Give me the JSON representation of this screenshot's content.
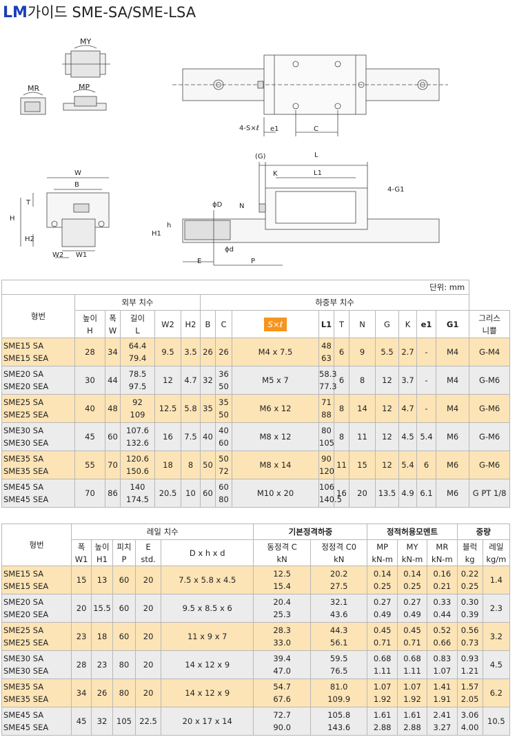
{
  "title": {
    "lm": "LM",
    "rest": "가이드 SME-SA/SME-LSA"
  },
  "drawings": {
    "labels": {
      "my": "MY",
      "mr": "MR",
      "mp": "MP",
      "w": "W",
      "b": "B",
      "t": "T",
      "h": "H",
      "h2": "H2",
      "w2": "W2",
      "w1": "W1",
      "g": "(G)",
      "l": "L",
      "k": "K",
      "l1": "L1",
      "g1": "4-G1",
      "phiD": "ϕD",
      "n": "N",
      "h_small": "h",
      "h1": "H1",
      "phid": "ϕd",
      "e": "E",
      "p": "P",
      "sl": "4-S×ℓ",
      "e1": "e1",
      "c": "C"
    }
  },
  "table1": {
    "unit": "단위: mm",
    "headers": {
      "model": "형번",
      "outer": "외부 치수",
      "load": "하중부 치수",
      "h": [
        "높이",
        "H"
      ],
      "w": [
        "폭",
        "W"
      ],
      "l": [
        "길이",
        "L"
      ],
      "w2": "W2",
      "h2": "H2",
      "b": "B",
      "c": "C",
      "sl": "S×ℓ",
      "l1": "L1",
      "t": "T",
      "n": "N",
      "g": "G",
      "k": "K",
      "e1": "e1",
      "g1": "G1",
      "grease": [
        "그리스",
        "니쁠"
      ]
    },
    "rows": [
      {
        "m": [
          "SME15 SA",
          "SME15 SEA"
        ],
        "h": "28",
        "w": "34",
        "l": [
          "64.4",
          "79.4"
        ],
        "w2": "9.5",
        "h2": "3.5",
        "b": "26",
        "c": [
          "26"
        ],
        "sl": "M4 x 7.5",
        "l1": [
          "48",
          "63"
        ],
        "t": "6",
        "n": "9",
        "g": "5.5",
        "k": "2.7",
        "e1": "-",
        "g1": "M4",
        "grease": "G-M4"
      },
      {
        "m": [
          "SME20 SA",
          "SME20 SEA"
        ],
        "h": "30",
        "w": "44",
        "l": [
          "78.5",
          "97.5"
        ],
        "w2": "12",
        "h2": "4.7",
        "b": "32",
        "c": [
          "36",
          "50"
        ],
        "sl": "M5 x 7",
        "l1": [
          "58.3",
          "77.3"
        ],
        "t": "6",
        "n": "8",
        "g": "12",
        "k": "3.7",
        "e1": "-",
        "g1": "M4",
        "grease": "G-M6"
      },
      {
        "m": [
          "SME25 SA",
          "SME25 SEA"
        ],
        "h": "40",
        "w": "48",
        "l": [
          "92",
          "109"
        ],
        "w2": "12.5",
        "h2": "5.8",
        "b": "35",
        "c": [
          "35",
          "50"
        ],
        "sl": "M6 x 12",
        "l1": [
          "71",
          "88"
        ],
        "t": "8",
        "n": "14",
        "g": "12",
        "k": "4.7",
        "e1": "-",
        "g1": "M4",
        "grease": "G-M6"
      },
      {
        "m": [
          "SME30 SA",
          "SME30 SEA"
        ],
        "h": "45",
        "w": "60",
        "l": [
          "107.6",
          "132.6"
        ],
        "w2": "16",
        "h2": "7.5",
        "b": "40",
        "c": [
          "40",
          "60"
        ],
        "sl": "M8 x 12",
        "l1": [
          "80",
          "105"
        ],
        "t": "8",
        "n": "11",
        "g": "12",
        "k": "4.5",
        "e1": "5.4",
        "g1": "M6",
        "grease": "G-M6"
      },
      {
        "m": [
          "SME35 SA",
          "SME35 SEA"
        ],
        "h": "55",
        "w": "70",
        "l": [
          "120.6",
          "150.6"
        ],
        "w2": "18",
        "h2": "8",
        "b": "50",
        "c": [
          "50",
          "72"
        ],
        "sl": "M8 x 14",
        "l1": [
          "90",
          "120"
        ],
        "t": "11",
        "n": "15",
        "g": "12",
        "k": "5.4",
        "e1": "6",
        "g1": "M6",
        "grease": "G-M6"
      },
      {
        "m": [
          "SME45 SA",
          "SME45 SEA"
        ],
        "h": "70",
        "w": "86",
        "l": [
          "140",
          "174.5"
        ],
        "w2": "20.5",
        "h2": "10",
        "b": "60",
        "c": [
          "60",
          "80"
        ],
        "sl": "M10 x 20",
        "l1": [
          "106",
          "140.5"
        ],
        "t": "16",
        "n": "20",
        "g": "13.5",
        "k": "4.9",
        "e1": "6.1",
        "g1": "M6",
        "grease": "G PT 1/8"
      }
    ]
  },
  "table2": {
    "headers": {
      "model": "형번",
      "rail": "레일 치수",
      "basic": "기본정격하중",
      "moment": "정적허용모멘트",
      "weight": "중량",
      "w1": [
        "폭",
        "W1"
      ],
      "h1": [
        "높이",
        "H1"
      ],
      "p": [
        "피치",
        "P"
      ],
      "e": [
        "E",
        "std."
      ],
      "dhd": "D x h x d",
      "dyn": [
        "동정격 C",
        "kN"
      ],
      "stat": [
        "정정격 C0",
        "kN"
      ],
      "mp": [
        "MP",
        "kN-m"
      ],
      "my": [
        "MY",
        "kN-m"
      ],
      "mr": [
        "MR",
        "kN-m"
      ],
      "block": [
        "블럭",
        "kg"
      ],
      "rail_w": [
        "레일",
        "kg/m"
      ]
    },
    "rows": [
      {
        "m": [
          "SME15 SA",
          "SME15 SEA"
        ],
        "w1": "15",
        "h1": "13",
        "p": "60",
        "e": "20",
        "dhd": "7.5 x 5.8 x 4.5",
        "c": [
          "12.5",
          "15.4"
        ],
        "c0": [
          "20.2",
          "27.5"
        ],
        "mp": [
          "0.14",
          "0.25"
        ],
        "my": [
          "0.14",
          "0.25"
        ],
        "mr": [
          "0.16",
          "0.21"
        ],
        "blk": [
          "0.22",
          "0.25"
        ],
        "rail": "1.4"
      },
      {
        "m": [
          "SME20 SA",
          "SME20 SEA"
        ],
        "w1": "20",
        "h1": "15.5",
        "p": "60",
        "e": "20",
        "dhd": "9.5 x 8.5 x 6",
        "c": [
          "20.4",
          "25.3"
        ],
        "c0": [
          "32.1",
          "43.6"
        ],
        "mp": [
          "0.27",
          "0.49"
        ],
        "my": [
          "0.27",
          "0.49"
        ],
        "mr": [
          "0.33",
          "0.44"
        ],
        "blk": [
          "0.30",
          "0.39"
        ],
        "rail": "2.3"
      },
      {
        "m": [
          "SME25 SA",
          "SME25 SEA"
        ],
        "w1": "23",
        "h1": "18",
        "p": "60",
        "e": "20",
        "dhd": "11 x 9 x 7",
        "c": [
          "28.3",
          "33.0"
        ],
        "c0": [
          "44.3",
          "56.1"
        ],
        "mp": [
          "0.45",
          "0.71"
        ],
        "my": [
          "0.45",
          "0.71"
        ],
        "mr": [
          "0.52",
          "0.66"
        ],
        "blk": [
          "0.56",
          "0.73"
        ],
        "rail": "3.2"
      },
      {
        "m": [
          "SME30 SA",
          "SME30 SEA"
        ],
        "w1": "28",
        "h1": "23",
        "p": "80",
        "e": "20",
        "dhd": "14 x 12 x 9",
        "c": [
          "39.4",
          "47.0"
        ],
        "c0": [
          "59.5",
          "76.5"
        ],
        "mp": [
          "0.68",
          "1.11"
        ],
        "my": [
          "0.68",
          "1.11"
        ],
        "mr": [
          "0.83",
          "1.07"
        ],
        "blk": [
          "0.93",
          "1.21"
        ],
        "rail": "4.5"
      },
      {
        "m": [
          "SME35 SA",
          "SME35 SEA"
        ],
        "w1": "34",
        "h1": "26",
        "p": "80",
        "e": "20",
        "dhd": "14 x 12 x 9",
        "c": [
          "54.7",
          "67.6"
        ],
        "c0": [
          "81.0",
          "109.9"
        ],
        "mp": [
          "1.07",
          "1.92"
        ],
        "my": [
          "1.07",
          "1.92"
        ],
        "mr": [
          "1.41",
          "1.91"
        ],
        "blk": [
          "1.57",
          "2.05"
        ],
        "rail": "6.2"
      },
      {
        "m": [
          "SME45 SA",
          "SME45 SEA"
        ],
        "w1": "45",
        "h1": "32",
        "p": "105",
        "e": "22.5",
        "dhd": "20 x 17 x 14",
        "c": [
          "72.7",
          "90.0"
        ],
        "c0": [
          "105.8",
          "143.6"
        ],
        "mp": [
          "1.61",
          "2.88"
        ],
        "my": [
          "1.61",
          "2.88"
        ],
        "mr": [
          "2.41",
          "3.27"
        ],
        "blk": [
          "3.06",
          "4.00"
        ],
        "rail": "10.5"
      }
    ]
  }
}
